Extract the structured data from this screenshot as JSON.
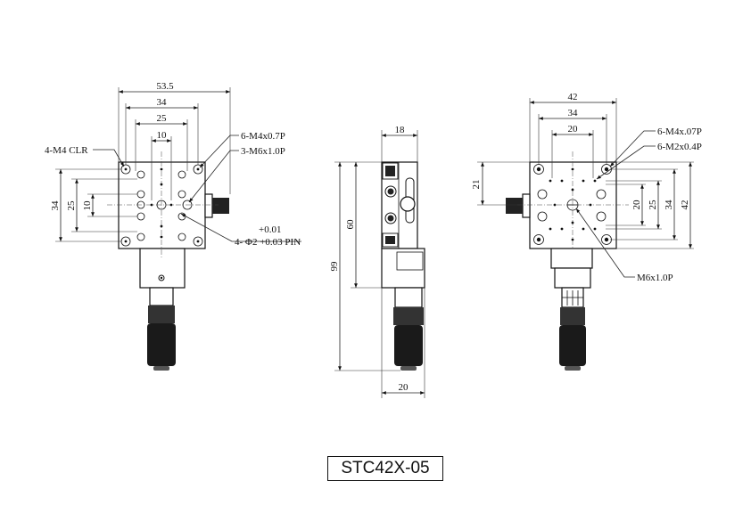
{
  "model": "STC42X-05",
  "front_view": {
    "dims": {
      "overall_width": "53.5",
      "hole_34": "34",
      "hole_25": "25",
      "hole_10": "10",
      "side_34": "34",
      "side_25": "25",
      "side_10": "10"
    },
    "callouts": {
      "clr": "4-M4 CLR",
      "m4": "6-M4x0.7P",
      "m6": "3-M6x1.0P",
      "tol_upper": "+0.01",
      "pin": "4- Φ2 +0.03 PIN"
    }
  },
  "side_view": {
    "dims": {
      "top_width": "18",
      "height_60": "60",
      "height_99": "99",
      "bottom_width": "20"
    }
  },
  "rear_view": {
    "dims": {
      "width_42": "42",
      "width_34": "34",
      "width_20": "20",
      "offset_21": "21",
      "side_20": "20",
      "side_25": "25",
      "side_34": "34",
      "side_42": "42"
    },
    "callouts": {
      "m4": "6-M4x.07P",
      "m2": "6-M2x0.4P",
      "m6": "M6x1.0P"
    }
  }
}
